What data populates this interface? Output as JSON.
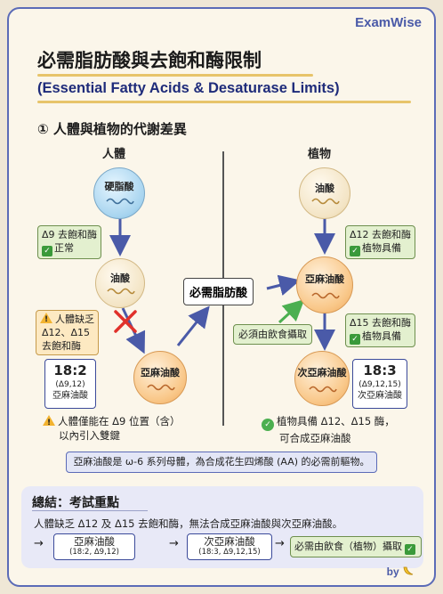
{
  "brand": "ExamWise",
  "title": "必需脂肪酸與去飽和酶限制",
  "subtitle": "(Essential Fatty Acids & Desaturase Limits)",
  "section_title": "① 人體與植物的代謝差異",
  "human": {
    "column_title": "人體",
    "mol1": "硬脂酸",
    "enzyme_box": {
      "line1": "Δ9 去飽和酶",
      "line2": "正常"
    },
    "mol2": "油酸",
    "warn_box": {
      "line1": "人體缺乏",
      "line2": "Δ12、Δ15",
      "line3": "去飽和酶"
    },
    "mol3": "亞麻油酸",
    "notation": {
      "main": "18:2",
      "pos": "(Δ9,12)",
      "name": "亞麻油酸"
    },
    "note": {
      "line1": "人體僅能在 Δ9 位置（含）",
      "line2": "以內引入雙鍵"
    }
  },
  "center_box": "必需脂肪酸",
  "plant": {
    "column_title": "植物",
    "mol1": "油酸",
    "enzyme_box1": {
      "line1": "Δ12 去飽和酶",
      "line2": "植物具備"
    },
    "mol2": "亞麻油酸",
    "diet_box": "必須由飲食攝取",
    "enzyme_box2": {
      "line1": "Δ15 去飽和酶",
      "line2": "植物具備"
    },
    "mol3": "次亞麻油酸",
    "notation": {
      "main": "18:3",
      "pos": "(Δ9,12,15)",
      "name": "次亞麻油酸"
    },
    "note": {
      "line1": "植物具備 Δ12、Δ15 酶，",
      "line2": "可合成亞麻油酸"
    }
  },
  "info_bar": "亞麻油酸是 ω-6 系列母體，為合成花生四烯酸 (AA) 的必需前驅物。",
  "summary": {
    "heading": "總結：考試重點",
    "text": "人體缺乏 Δ12 及 Δ15 去飽和酶，無法合成亞麻油酸與次亞麻油酸。",
    "box1": {
      "title": "亞麻油酸",
      "sub": "(18:2, Δ9,12)"
    },
    "box2": {
      "title": "次亞麻油酸",
      "sub": "(18:3, Δ9,12,15)"
    },
    "box3": "必需由飲食（植物）攝取"
  },
  "byline": "by",
  "colors": {
    "accent": "#5b6bb7",
    "highlight": "#e7c46a",
    "check": "#4caf50",
    "cross": "#e0312b"
  }
}
